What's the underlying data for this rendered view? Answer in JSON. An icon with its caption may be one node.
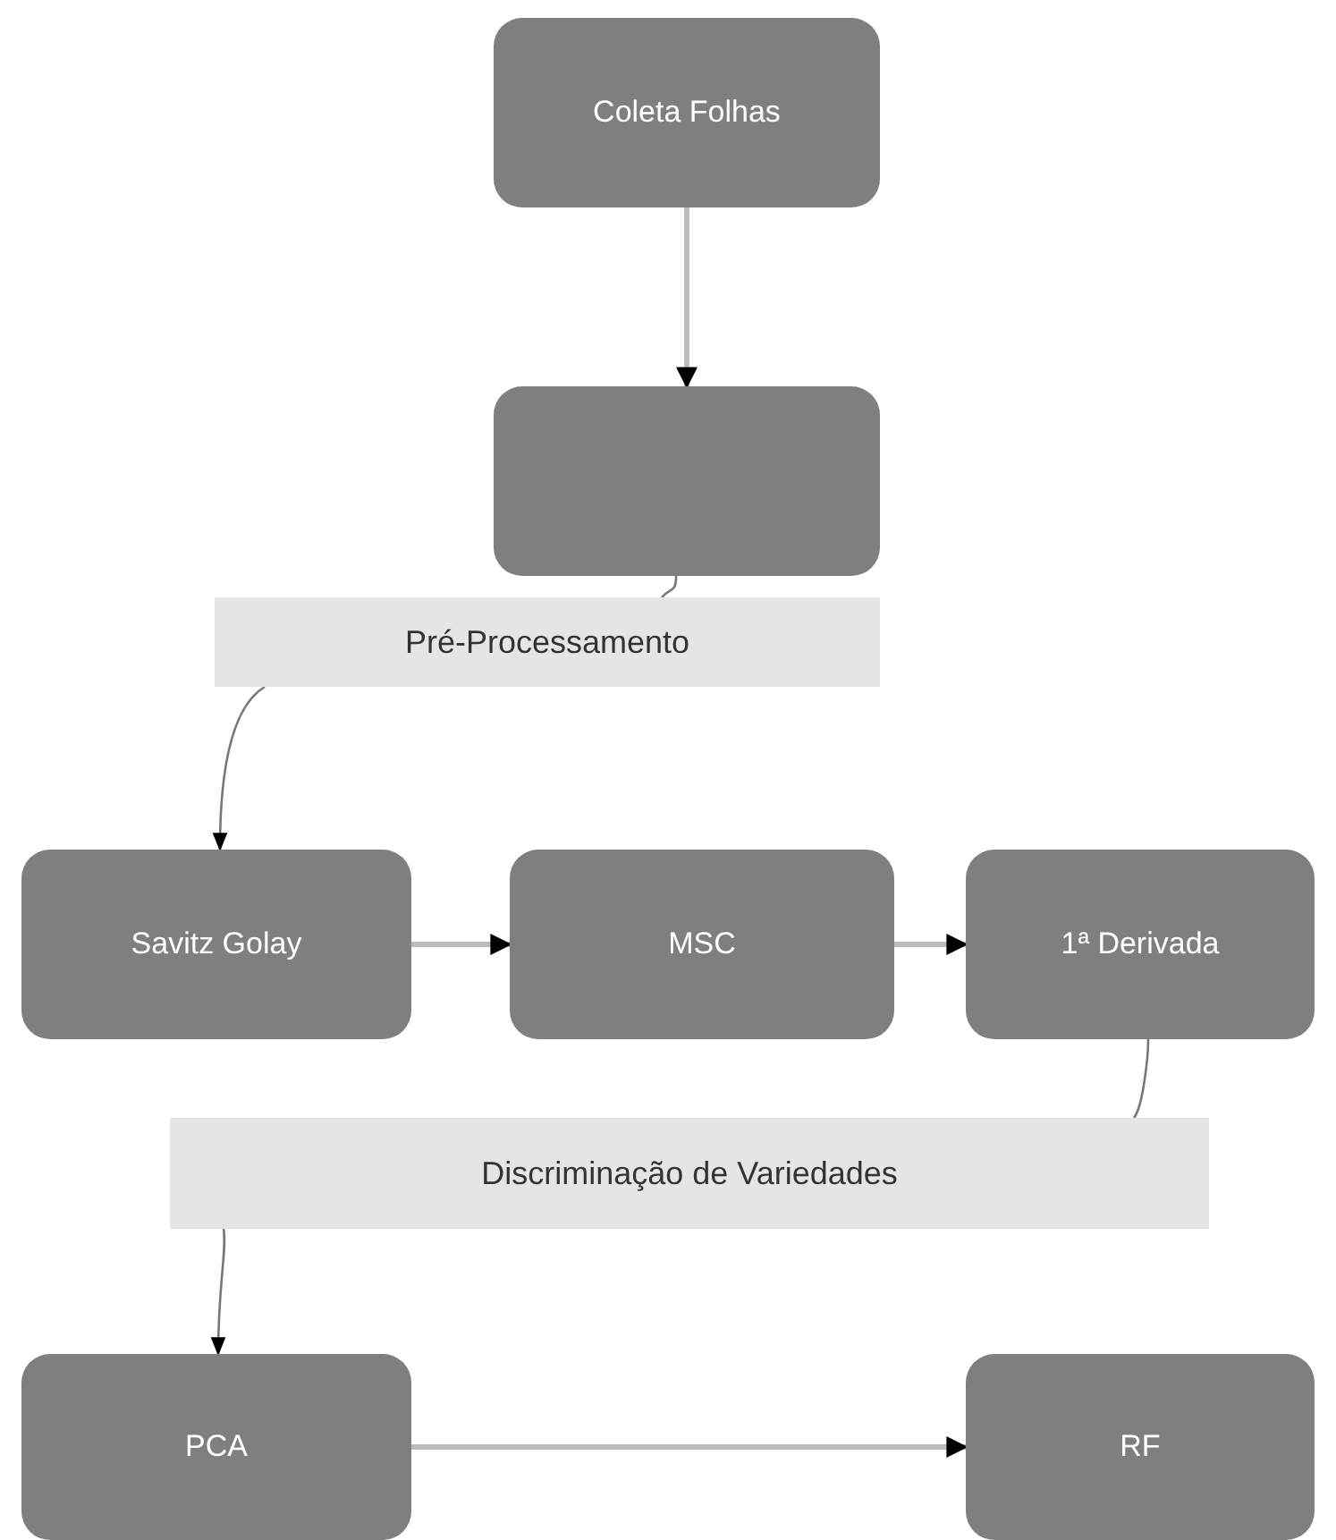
{
  "diagram": {
    "nodes": [
      {
        "text": [
          "Coleta Folhas"
        ]
      },
      {
        "text": [],
        "shape": "box"
      },
      {
        "text": [
          "Pré-Processamento"
        ]
      },
      {
        "text": [
          "Savitz Golay"
        ]
      },
      {
        "text": [
          "MSC"
        ]
      },
      {
        "text": [
          "1ª Derivada"
        ]
      },
      {
        "text": [
          "Discriminação de Variedades"
        ]
      },
      {
        "text": [
          "PCA"
        ]
      },
      {
        "text": [
          "RF"
        ]
      }
    ],
    "edges": [
      {
        "from": 0,
        "to": 1,
        "arrow": "to",
        "style": "thick"
      },
      {
        "from": 1,
        "to": 2,
        "arrow": "none"
      },
      {
        "from": 2,
        "to": 3,
        "arrow": "to"
      },
      {
        "from": 3,
        "to": 4,
        "arrow": "to",
        "style": "thick"
      },
      {
        "from": 4,
        "to": 5,
        "arrow": "to",
        "style": "thick"
      },
      {
        "from": 5,
        "to": 6,
        "arrow": "none"
      },
      {
        "from": 6,
        "to": 7,
        "arrow": "to"
      },
      {
        "from": 7,
        "to": 8,
        "arrow": "to",
        "style": "thick"
      }
    ]
  }
}
